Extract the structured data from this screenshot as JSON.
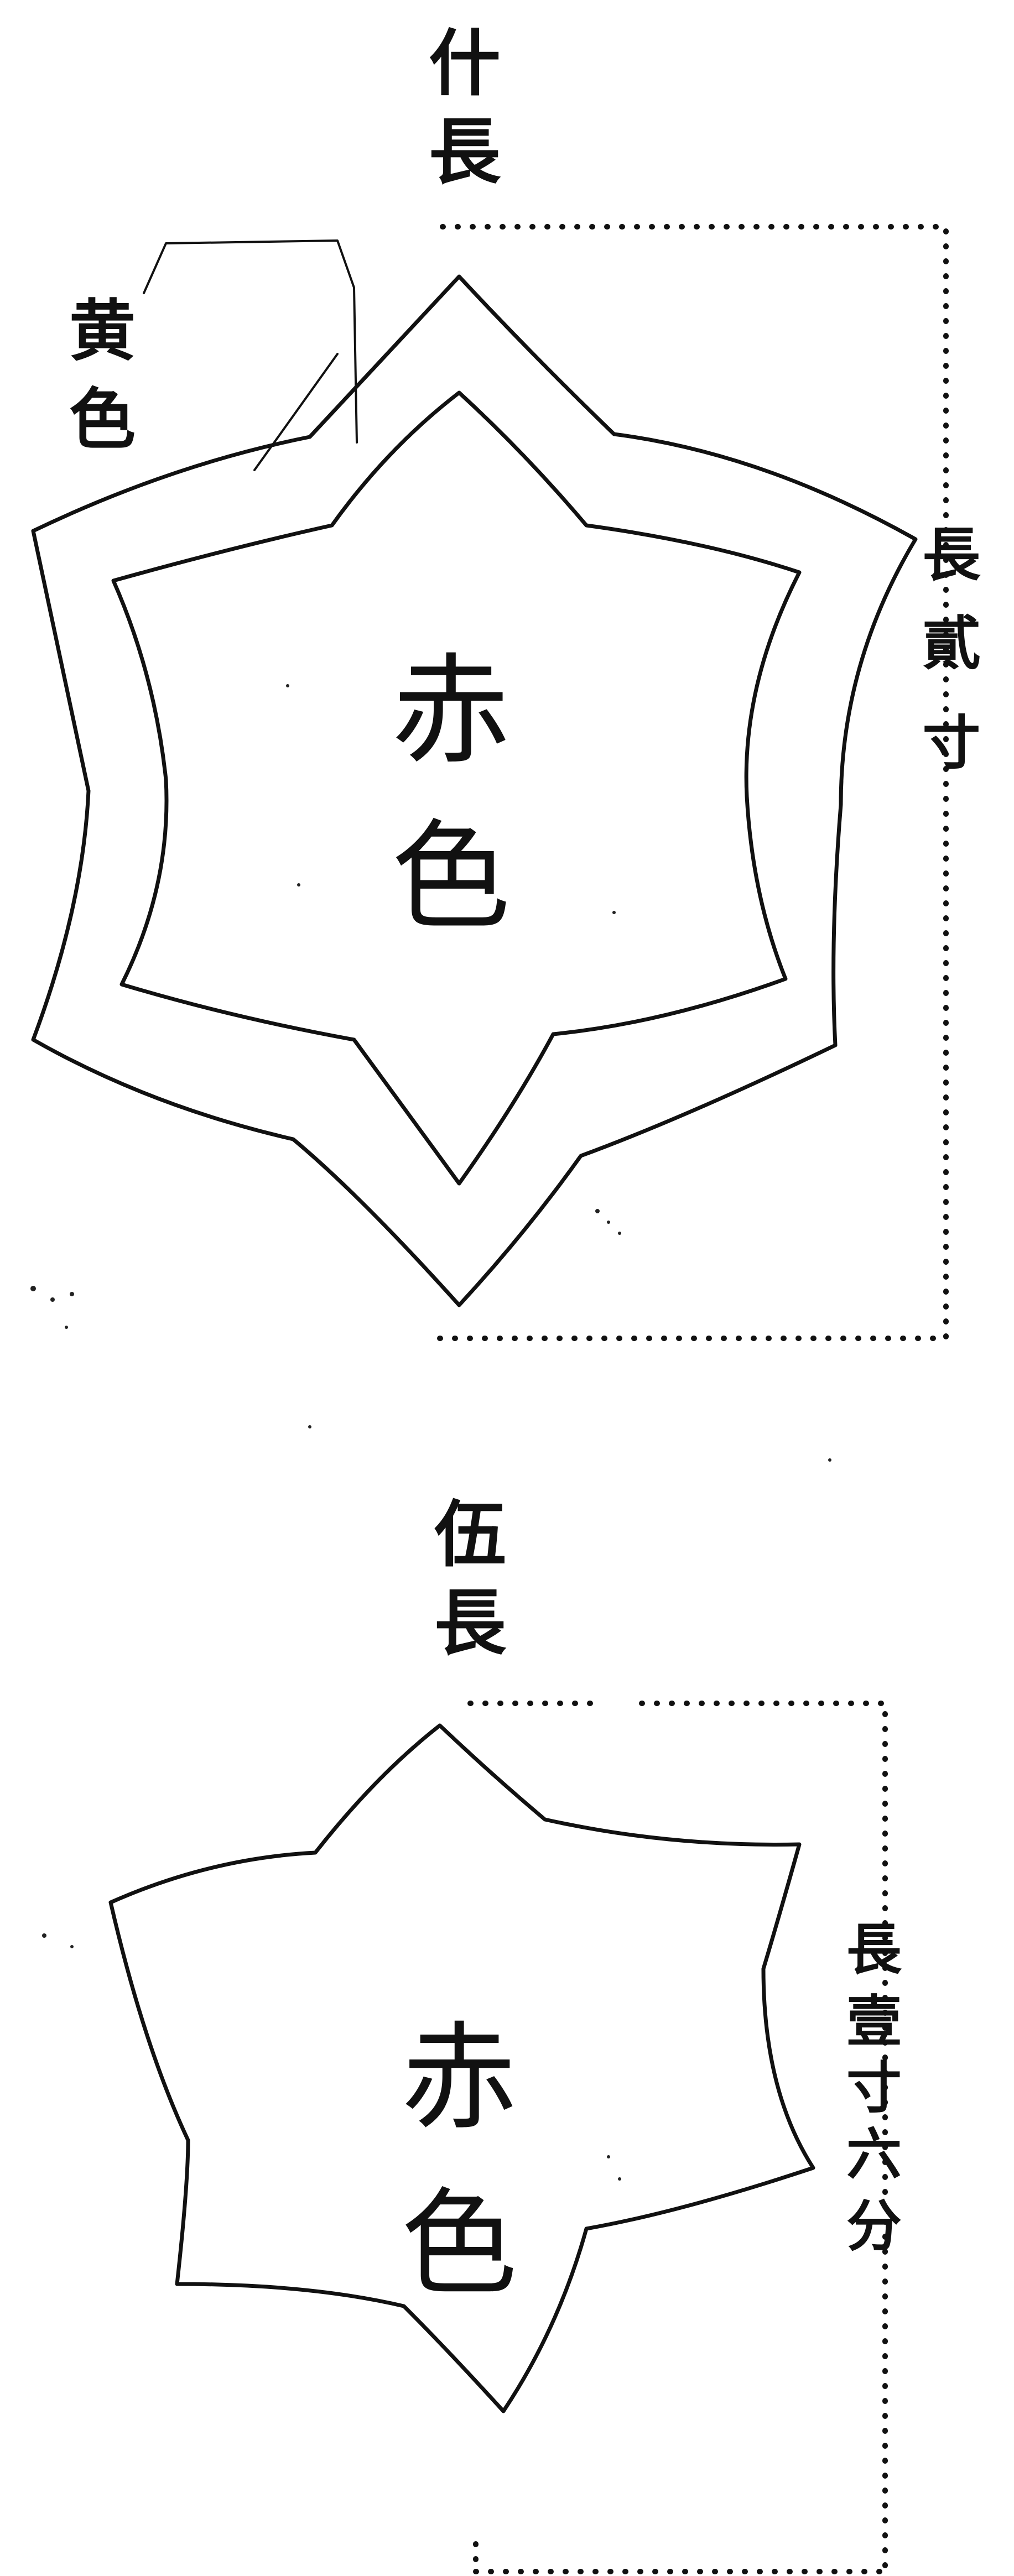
{
  "figure_top": {
    "rank_label": "什長",
    "outer_color_label": "黄色",
    "inner_color_label": "赤色",
    "size_label": "長貳寸"
  },
  "figure_bottom": {
    "rank_label": "伍長",
    "color_label": "赤色",
    "size_label": "長壹寸六分"
  },
  "colors": {
    "ink": "#111111",
    "paper": "#ffffff"
  }
}
